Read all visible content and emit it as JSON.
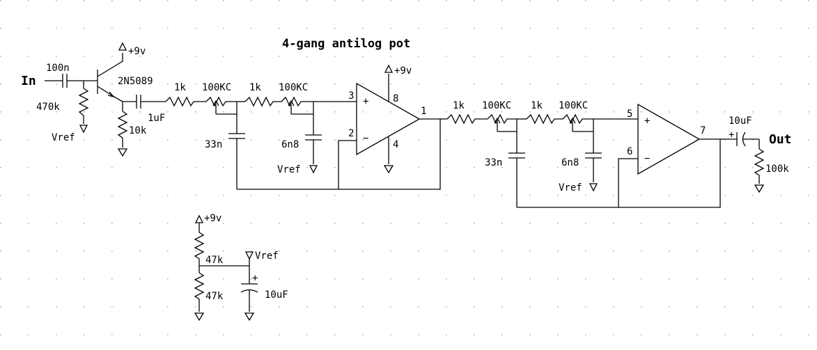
{
  "title": "4-gang antilog pot",
  "colors": {
    "ink": "#000000",
    "grid_dot": "#b0b0b0",
    "background": "#ffffff"
  },
  "labels": {
    "in": "In",
    "out": "Out",
    "c_in": "100n",
    "r_bias": "470k",
    "transistor": "2N5089",
    "supply_top": "+9v",
    "c_couple": "1uF",
    "r_emitter": "10k",
    "vref": "Vref",
    "r1": "1k",
    "pot1": "100KC",
    "r2": "1k",
    "pot2": "100KC",
    "c1": "33n",
    "c2": "6n8",
    "opamp_pins": {
      "in_plus": "3",
      "in_minus": "2",
      "vcc": "8",
      "gnd": "4",
      "out": "1"
    },
    "supply_opamp": "+9v",
    "r3": "1k",
    "pot3": "100KC",
    "r4": "1k",
    "pot4": "100KC",
    "c3": "33n",
    "c4": "6n8",
    "opamp2_pins": {
      "in_plus": "5",
      "in_minus": "6",
      "out": "7"
    },
    "c_out": "10uF",
    "c_out_polarity": "+",
    "r_out": "100k",
    "supply_bias": "+9v",
    "r_div1": "47k",
    "r_div2": "47k",
    "vref_node": "Vref",
    "c_vref": "10uF",
    "c_vref_polarity": "+"
  }
}
